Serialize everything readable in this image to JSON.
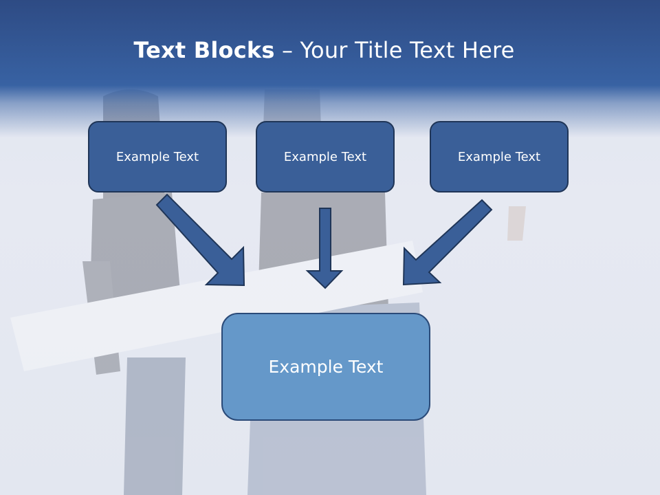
{
  "slide": {
    "title_bold": "Text Blocks",
    "title_rest": "– Your Title Text Here"
  },
  "blocks": {
    "left": "Example Text",
    "center": "Example Text",
    "right": "Example Text",
    "bottom": "Example Text"
  },
  "colors": {
    "header": "#3862a3",
    "box_fill": "#3a5f98",
    "box_border": "#1f3557",
    "bottom_fill": "#6598c9",
    "arrow_fill": "#3a5f98"
  },
  "icons": {
    "arrows": [
      "arrow-down-right-icon",
      "arrow-down-icon",
      "arrow-down-left-icon"
    ]
  }
}
